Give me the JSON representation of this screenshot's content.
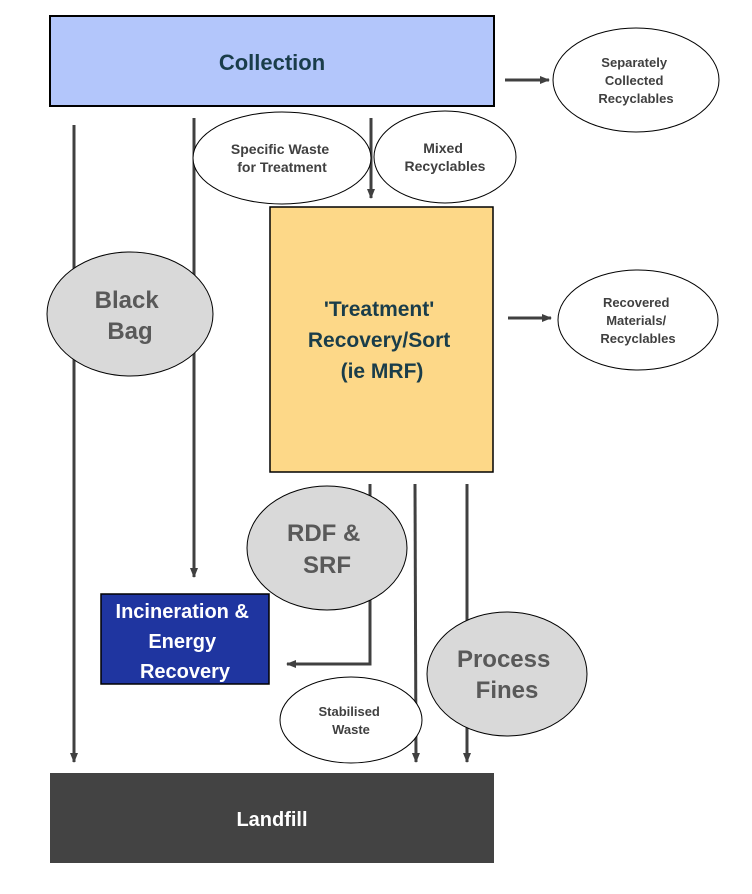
{
  "colors": {
    "collection_fill": "#b3c6fb",
    "treatment_fill": "#fdd888",
    "incineration_fill": "#1f35a0",
    "landfill_fill": "#434343",
    "grey_ellipse": "#d9d9d9",
    "dark_text": "#1a3d4a",
    "grey_text": "#595959",
    "arrow": "#404040"
  },
  "nodes": {
    "collection": {
      "lines": [
        "Collection"
      ]
    },
    "treatment": {
      "lines": [
        "'Treatment'",
        "Recovery/Sort",
        "(ie MRF)"
      ]
    },
    "incineration": {
      "lines": [
        "Incineration &",
        "Energy",
        "Recovery"
      ]
    },
    "landfill": {
      "lines": [
        "Landfill"
      ]
    }
  },
  "labels": {
    "separately_collected": {
      "lines": [
        "Separately",
        "Collected",
        "Recyclables"
      ]
    },
    "specific_waste": {
      "lines": [
        "Specific Waste",
        "for Treatment"
      ]
    },
    "mixed_recyclables": {
      "lines": [
        "Mixed",
        "Recyclables"
      ]
    },
    "recovered_materials": {
      "lines": [
        "Recovered",
        "Materials/",
        "Recyclables"
      ]
    },
    "black_bag": {
      "lines": [
        "Black",
        "Bag"
      ]
    },
    "rdf_srf": {
      "lines": [
        "RDF &",
        "SRF"
      ]
    },
    "process_fines": {
      "lines": [
        "Process",
        "Fines"
      ]
    },
    "stabilised_waste": {
      "lines": [
        "Stabilised",
        "Waste"
      ]
    }
  }
}
